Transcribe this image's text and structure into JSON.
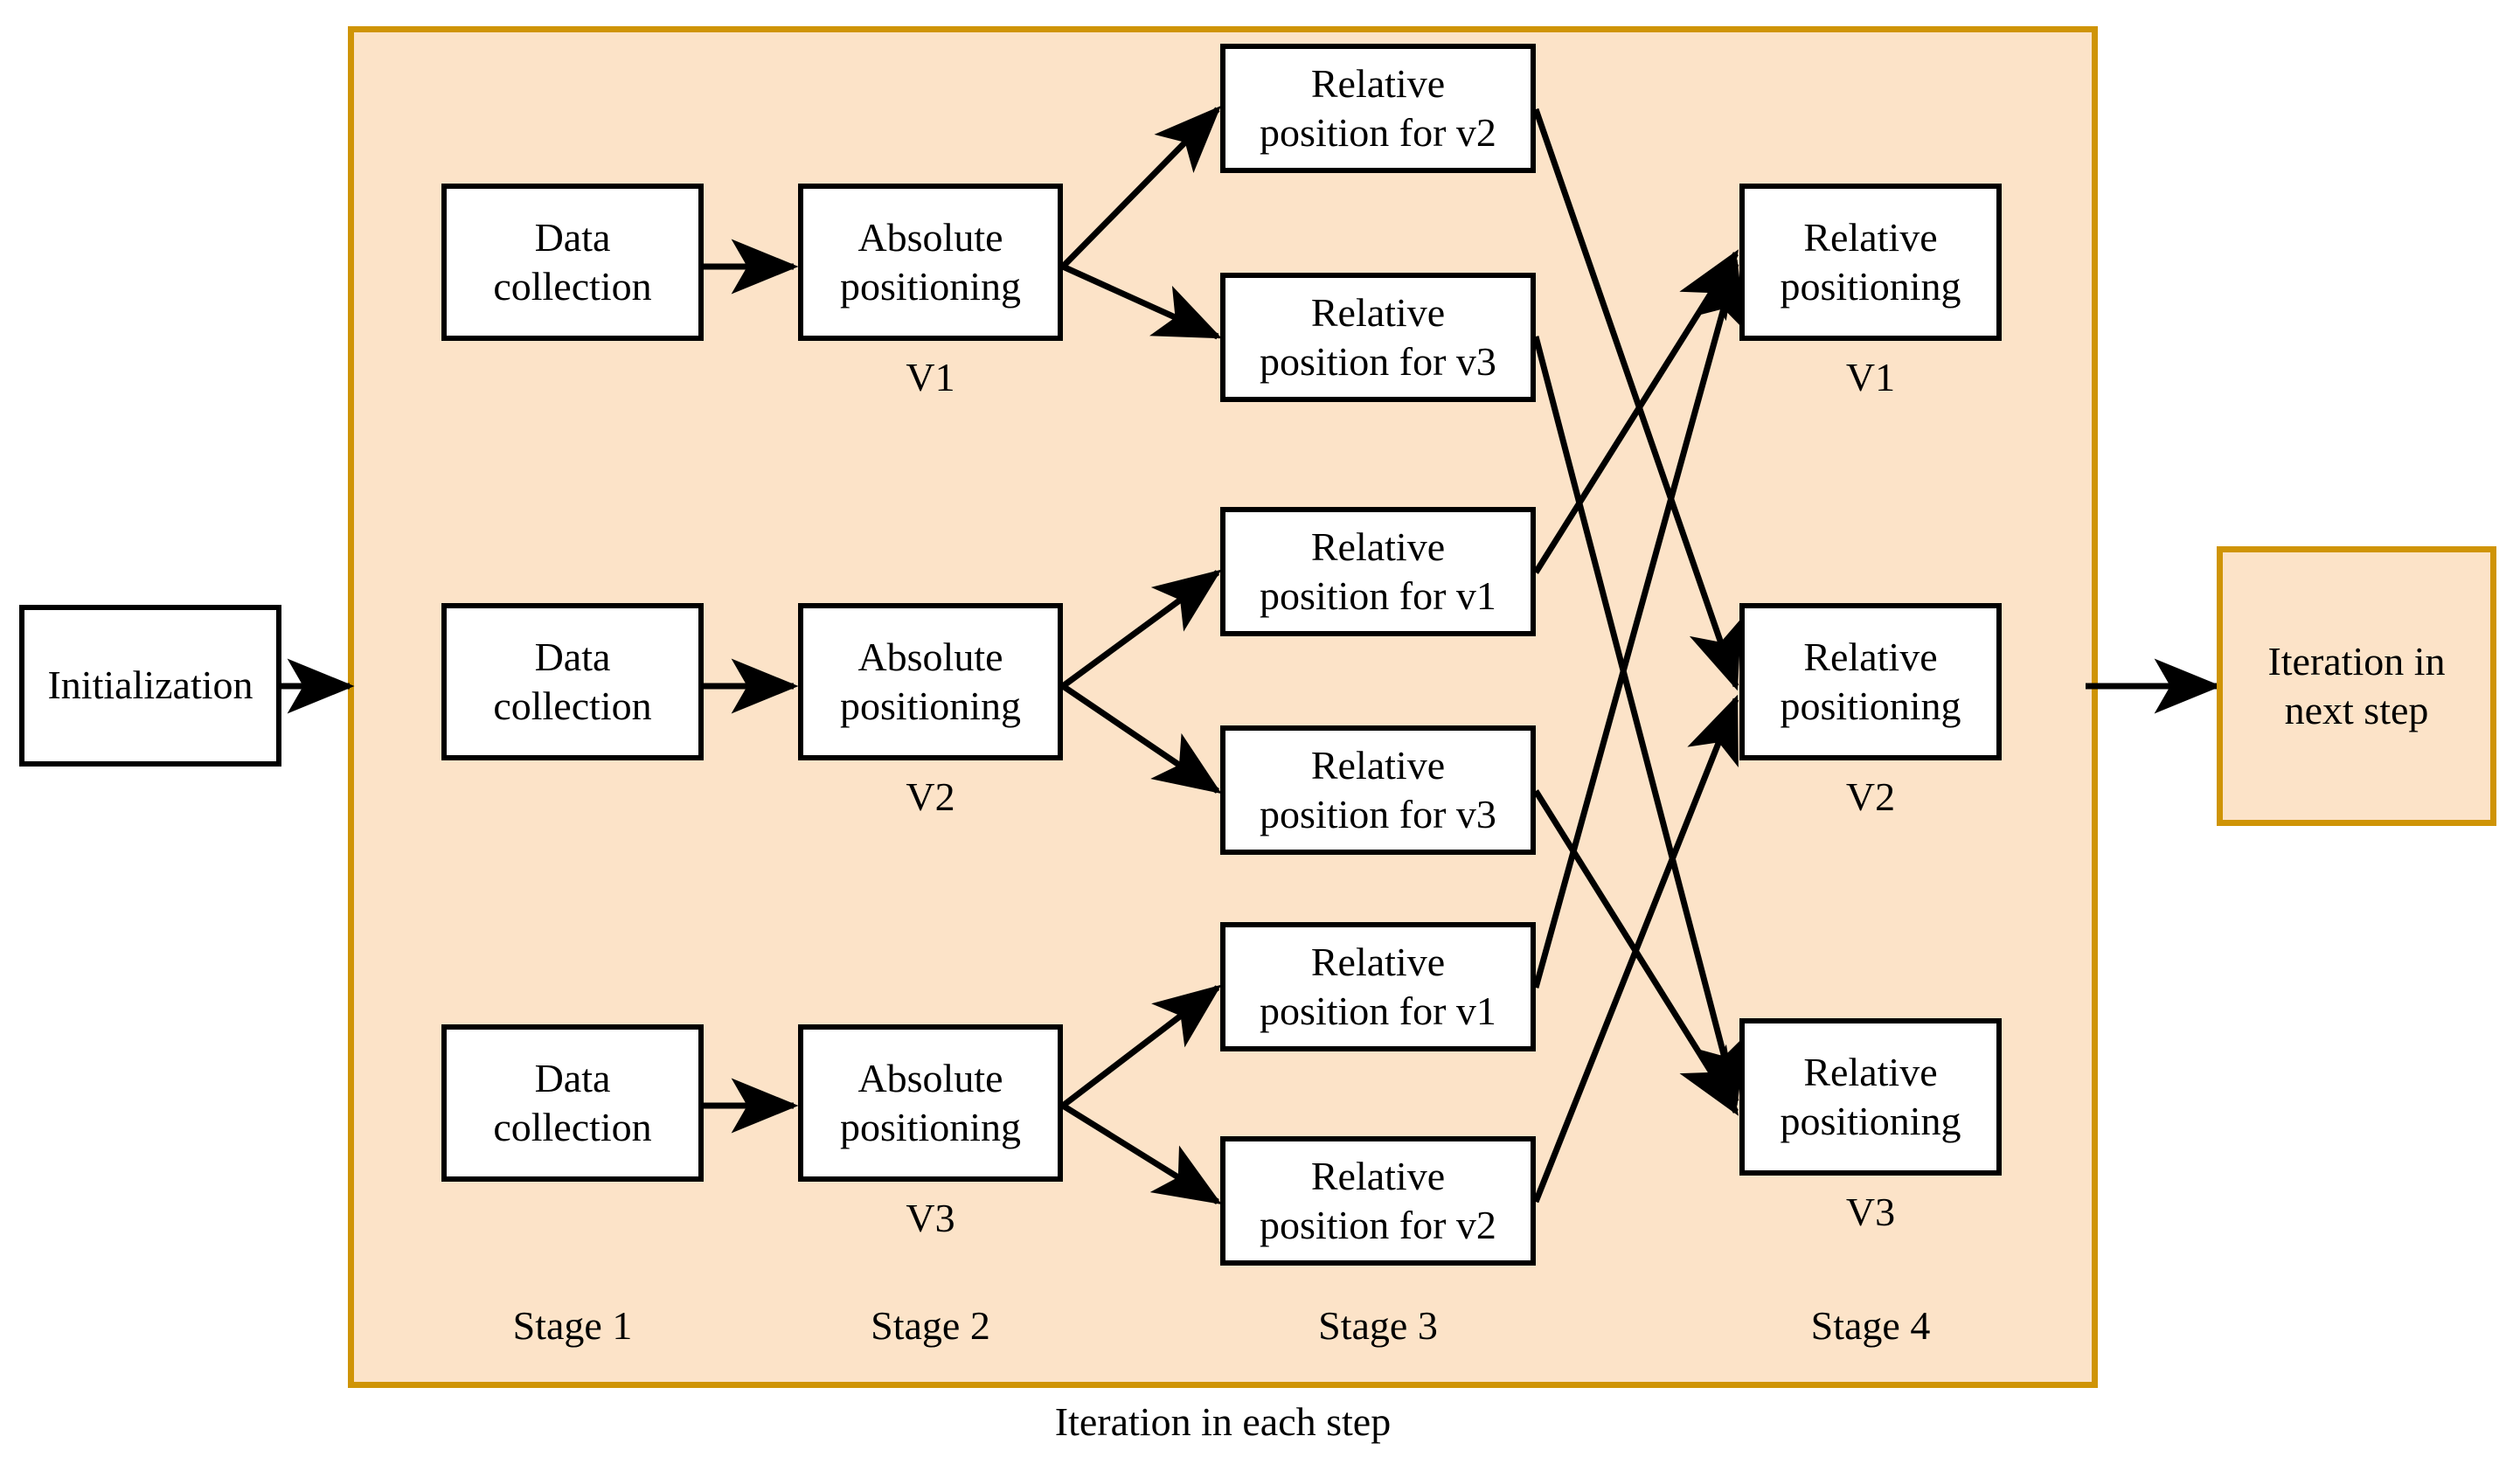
{
  "diagram": {
    "title_caption": "Iteration in each step",
    "colors": {
      "container_fill": "#fce3c8",
      "container_border": "#cf9406",
      "node_fill": "#ffffff",
      "node_border": "#000000",
      "arrow": "#000000"
    },
    "initialization": {
      "label": "Initialization"
    },
    "next_step": {
      "label": "Iteration in\nnext step",
      "line1": "Iteration in",
      "line2": "next step"
    },
    "stage_labels": [
      {
        "id": "stage-1",
        "label": "Stage 1"
      },
      {
        "id": "stage-2",
        "label": "Stage 2"
      },
      {
        "id": "stage-3",
        "label": "Stage 3"
      },
      {
        "id": "stage-4",
        "label": "Stage 4"
      }
    ],
    "rows": [
      {
        "id": "row-v1",
        "vehicle": "V1",
        "stage1": {
          "line1": "Data",
          "line2": "collection"
        },
        "stage2": {
          "line1": "Absolute",
          "line2": "positioning",
          "caption": "V1"
        },
        "stage3": [
          {
            "line1": "Relative",
            "line2": "position for v2",
            "target": "V2"
          },
          {
            "line1": "Relative",
            "line2": "position for v3",
            "target": "V3"
          }
        ],
        "stage4": {
          "line1": "Relative",
          "line2": "positioning",
          "caption": "V1"
        }
      },
      {
        "id": "row-v2",
        "vehicle": "V2",
        "stage1": {
          "line1": "Data",
          "line2": "collection"
        },
        "stage2": {
          "line1": "Absolute",
          "line2": "positioning",
          "caption": "V2"
        },
        "stage3": [
          {
            "line1": "Relative",
            "line2": "position for v1",
            "target": "V1"
          },
          {
            "line1": "Relative",
            "line2": "position for v3",
            "target": "V3"
          }
        ],
        "stage4": {
          "line1": "Relative",
          "line2": "positioning",
          "caption": "V2"
        }
      },
      {
        "id": "row-v3",
        "vehicle": "V3",
        "stage1": {
          "line1": "Data",
          "line2": "collection"
        },
        "stage2": {
          "line1": "Absolute",
          "line2": "positioning",
          "caption": "V3"
        },
        "stage3": [
          {
            "line1": "Relative",
            "line2": "position for v1",
            "target": "V1"
          },
          {
            "line1": "Relative",
            "line2": "position for v2",
            "target": "V2"
          }
        ],
        "stage4": {
          "line1": "Relative",
          "line2": "positioning",
          "caption": "V3"
        }
      }
    ],
    "connections": [
      {
        "from": "init",
        "to": "row-v2-stage1-group",
        "type": "straight"
      },
      {
        "from": "row-v1-stage1",
        "to": "row-v1-stage2",
        "type": "straight"
      },
      {
        "from": "row-v2-stage1",
        "to": "row-v2-stage2",
        "type": "straight"
      },
      {
        "from": "row-v3-stage1",
        "to": "row-v3-stage2",
        "type": "straight"
      },
      {
        "from": "row-v1-stage2",
        "to": "rel-v1-for-v2",
        "type": "diagonal"
      },
      {
        "from": "row-v1-stage2",
        "to": "rel-v1-for-v3",
        "type": "diagonal"
      },
      {
        "from": "row-v2-stage2",
        "to": "rel-v2-for-v1",
        "type": "diagonal"
      },
      {
        "from": "row-v2-stage2",
        "to": "rel-v2-for-v3",
        "type": "diagonal"
      },
      {
        "from": "row-v3-stage2",
        "to": "rel-v3-for-v1",
        "type": "diagonal"
      },
      {
        "from": "row-v3-stage2",
        "to": "rel-v3-for-v2",
        "type": "diagonal"
      },
      {
        "from": "rel-v1-for-v2",
        "to": "stage4-V2",
        "type": "cross"
      },
      {
        "from": "rel-v1-for-v3",
        "to": "stage4-V3",
        "type": "cross"
      },
      {
        "from": "rel-v2-for-v1",
        "to": "stage4-V1",
        "type": "cross"
      },
      {
        "from": "rel-v2-for-v3",
        "to": "stage4-V3",
        "type": "cross"
      },
      {
        "from": "rel-v3-for-v1",
        "to": "stage4-V1",
        "type": "cross"
      },
      {
        "from": "rel-v3-for-v2",
        "to": "stage4-V2",
        "type": "cross"
      },
      {
        "from": "stage4-V2",
        "to": "next-step",
        "type": "straight"
      }
    ]
  }
}
